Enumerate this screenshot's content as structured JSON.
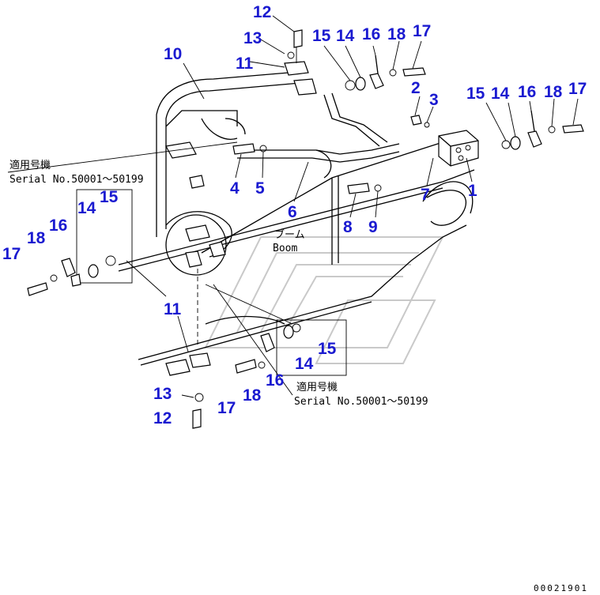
{
  "callouts": {
    "c1": "1",
    "c2": "2",
    "c3": "3",
    "c4": "4",
    "c5": "5",
    "c6": "6",
    "c7": "7",
    "c8": "8",
    "c9": "9",
    "c10": "10",
    "c11a": "11",
    "c11b": "11",
    "c12a": "12",
    "c12b": "12",
    "c13a": "13",
    "c13b": "13",
    "c14a": "14",
    "c14b": "14",
    "c14c": "14",
    "c14d": "14",
    "c15a": "15",
    "c15b": "15",
    "c15c": "15",
    "c15d": "15",
    "c16a": "16",
    "c16b": "16",
    "c16c": "16",
    "c16d": "16",
    "c17a": "17",
    "c17b": "17",
    "c17c": "17",
    "c17d": "17",
    "c18a": "18",
    "c18b": "18",
    "c18c": "18",
    "c18d": "18"
  },
  "notes": {
    "applicable_top_jp": "適用号機",
    "applicable_top_serial": "Serial No.50001～50199",
    "applicable_bottom_jp": "適用号機",
    "applicable_bottom_serial": "Serial No.50001～50199",
    "boom_jp": "ブーム",
    "boom_en": "Boom"
  },
  "drawing_code": "00021901",
  "colors": {
    "callout": "#1a1ad0",
    "line": "#000000",
    "watermark": "#c9c9c9"
  }
}
